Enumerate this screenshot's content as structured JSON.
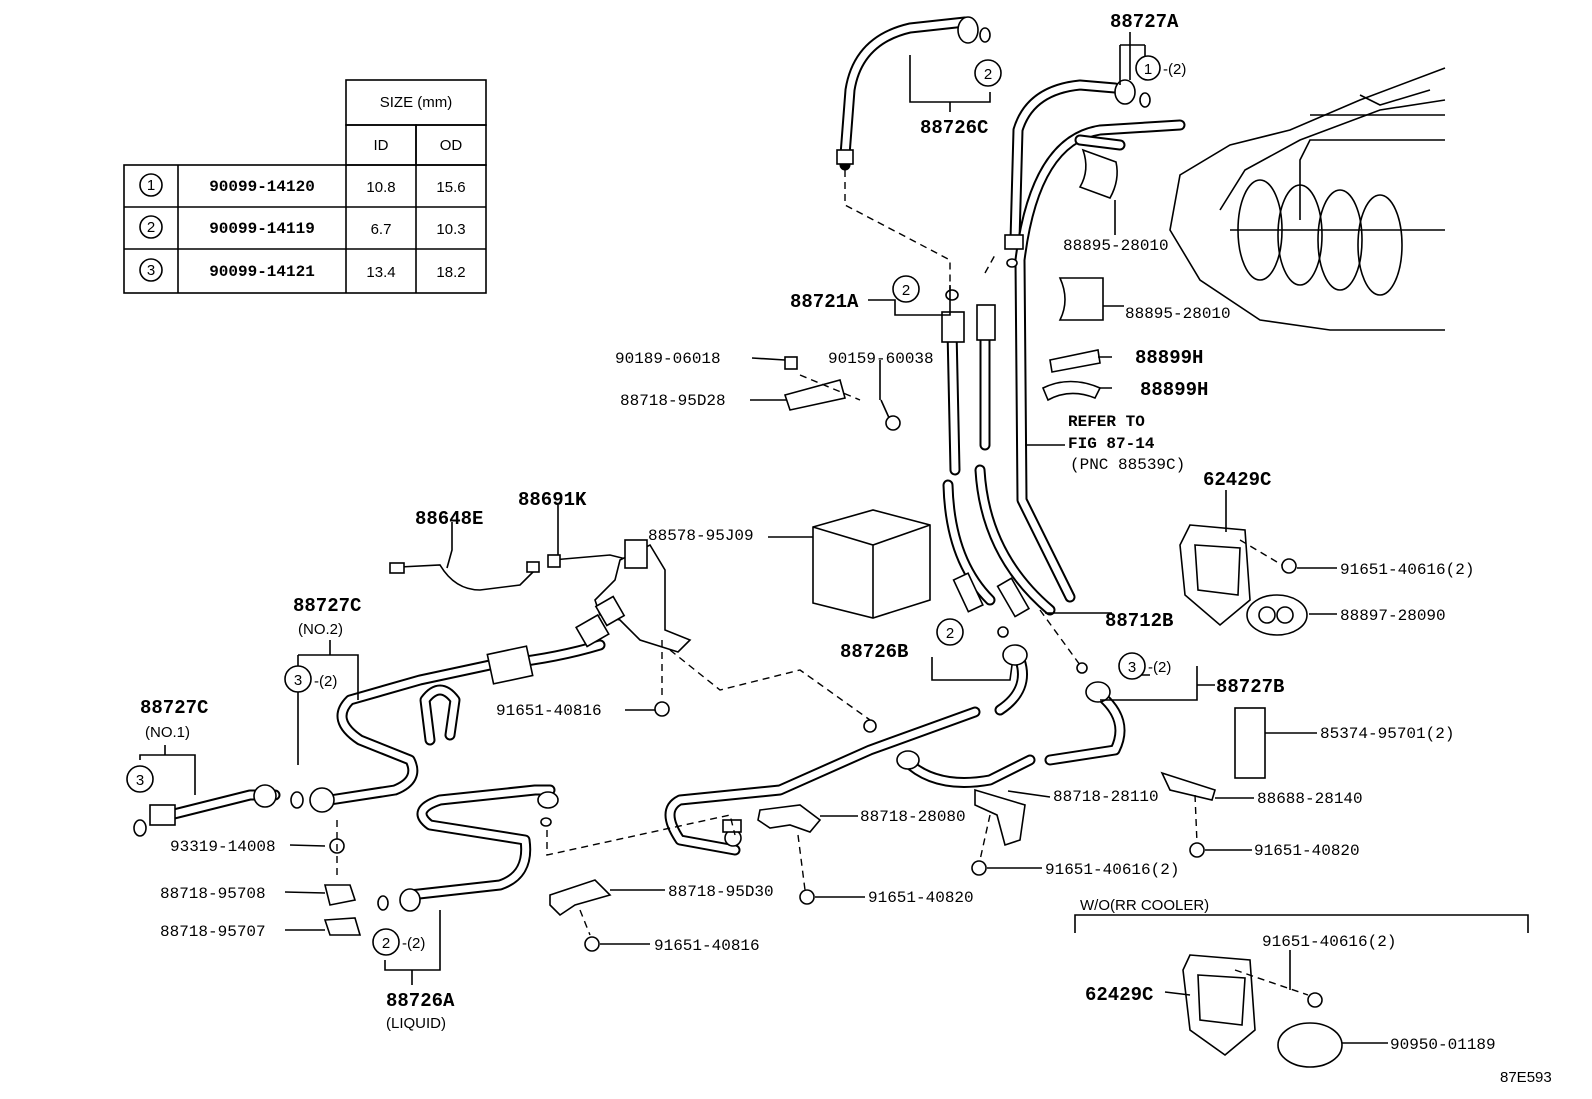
{
  "size_table": {
    "header": "SIZE (mm)",
    "col_id": "ID",
    "col_od": "OD",
    "rows": [
      {
        "ref": "1",
        "part": "90099-14120",
        "id": "10.8",
        "od": "15.6"
      },
      {
        "ref": "2",
        "part": "90099-14119",
        "id": "6.7",
        "od": "10.3"
      },
      {
        "ref": "3",
        "part": "90099-14121",
        "id": "13.4",
        "od": "18.2"
      }
    ]
  },
  "labels": {
    "l88727A": "88727A",
    "l88727A_qty": "-(2)",
    "l88726C": "88726C",
    "l88895_1": "88895-28010",
    "l88895_2": "88895-28010",
    "l88721A": "88721A",
    "l90189": "90189-06018",
    "l90159": "90159-60038",
    "l88718_95D28": "88718-95D28",
    "l88899H_1": "88899H",
    "l88899H_2": "88899H",
    "refer_1": "REFER TO",
    "refer_2": "FIG 87-14",
    "refer_3": "(PNC 88539C)",
    "l62429C_top": "62429C",
    "l88648E": "88648E",
    "l88691K": "88691K",
    "l88578": "88578-95J09",
    "l91651_40616_a": "91651-40616(2)",
    "l88897": "88897-28090",
    "l88727C_no2": "88727C",
    "no2": "(NO.2)",
    "l3_qty_a": "-(2)",
    "l88712B": "88712B",
    "l88726B": "88726B",
    "l3_qty_b": "-(2)",
    "l88727B": "88727B",
    "l88727C_no1": "88727C",
    "no1": "(NO.1)",
    "l91651_40816_a": "91651-40816",
    "l85374": "85374-95701(2)",
    "l88718_28110": "88718-28110",
    "l88688": "88688-28140",
    "l88718_28080": "88718-28080",
    "l93319": "93319-14008",
    "l91651_40820_a": "91651-40820",
    "l88718_95708": "88718-95708",
    "l88718_95D30": "88718-95D30",
    "l91651_40616_b": "91651-40616(2)",
    "l91651_40820_b": "91651-40820",
    "l88718_95707": "88718-95707",
    "l2_qty": "-(2)",
    "l91651_40816_b": "91651-40816",
    "l88726A": "88726A",
    "liquid": "(LIQUID)",
    "wo_cooler": "W/O(RR COOLER)",
    "l91651_40616_c": "91651-40616(2)",
    "l62429C_bottom": "62429C",
    "l90950": "90950-01189",
    "fig_code": "87E593"
  },
  "callouts": {
    "c1": "1",
    "c2": "2",
    "c3": "3"
  }
}
